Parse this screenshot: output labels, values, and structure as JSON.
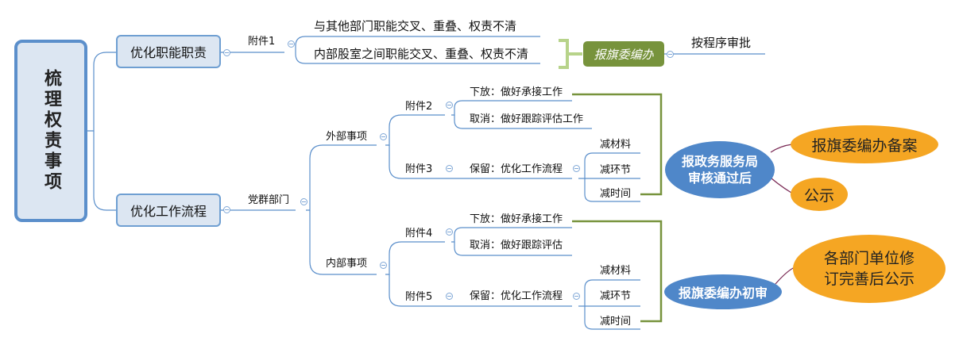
{
  "root": {
    "label": "梳理权责事项"
  },
  "branch1": {
    "label": "优化职能职责",
    "attachment": "附件1",
    "items": [
      "与其他部门职能交叉、重叠、权责不清",
      "内部股室之间职能交叉、重叠、权责不清"
    ],
    "report": "报旗委编办",
    "result": "按程序审批"
  },
  "branch2": {
    "label": "优化工作流程",
    "dept": "党群部门",
    "external": {
      "label": "外部事项",
      "att_a": "附件2",
      "att_a_items": [
        "下放：做好承接工作",
        "取消：做好跟踪评估工作"
      ],
      "att_b": "附件3",
      "att_b_item": "保留：优化工作流程",
      "att_b_subitems": [
        "减材料",
        "减环节",
        "减时间"
      ]
    },
    "internal": {
      "label": "内部事项",
      "att_a": "附件4",
      "att_a_items": [
        "下放：做好承接工作",
        "取消：做好跟踪评估"
      ],
      "att_b": "附件5",
      "att_b_item": "保留：优化工作流程",
      "att_b_subitems": [
        "减材料",
        "减环节",
        "减时间"
      ]
    }
  },
  "review1": {
    "label": "报政务服务局审核通过后",
    "out1": "报旗委编办备案",
    "out2": "公示"
  },
  "review2": {
    "label": "报旗委编办初审",
    "out1": "各部门单位修订完善后公示"
  },
  "colors": {
    "line_blue": "#5b8fcb",
    "box_fill": "#dce6f2",
    "green": "#77933c",
    "blue_node": "#4f87c9",
    "orange_node": "#f5a623",
    "purple_link": "#7a2a55"
  }
}
